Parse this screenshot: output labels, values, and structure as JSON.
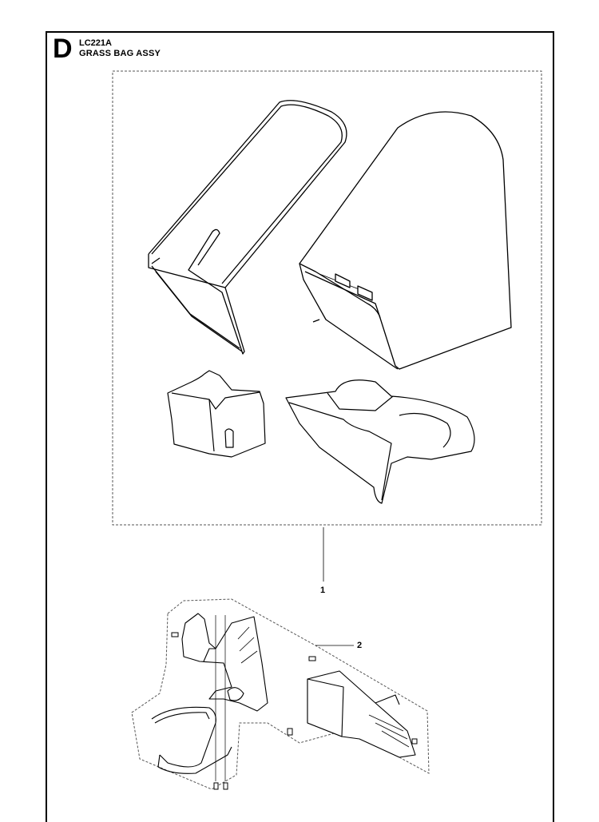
{
  "header": {
    "section_letter": "D",
    "model": "LC221A",
    "assembly_title": "GRASS BAG ASSY"
  },
  "callouts": [
    {
      "id": "1",
      "label": "1"
    },
    {
      "id": "2",
      "label": "2"
    }
  ],
  "colors": {
    "line": "#000000",
    "paper": "#ffffff",
    "dashed_frame": "#555555"
  }
}
